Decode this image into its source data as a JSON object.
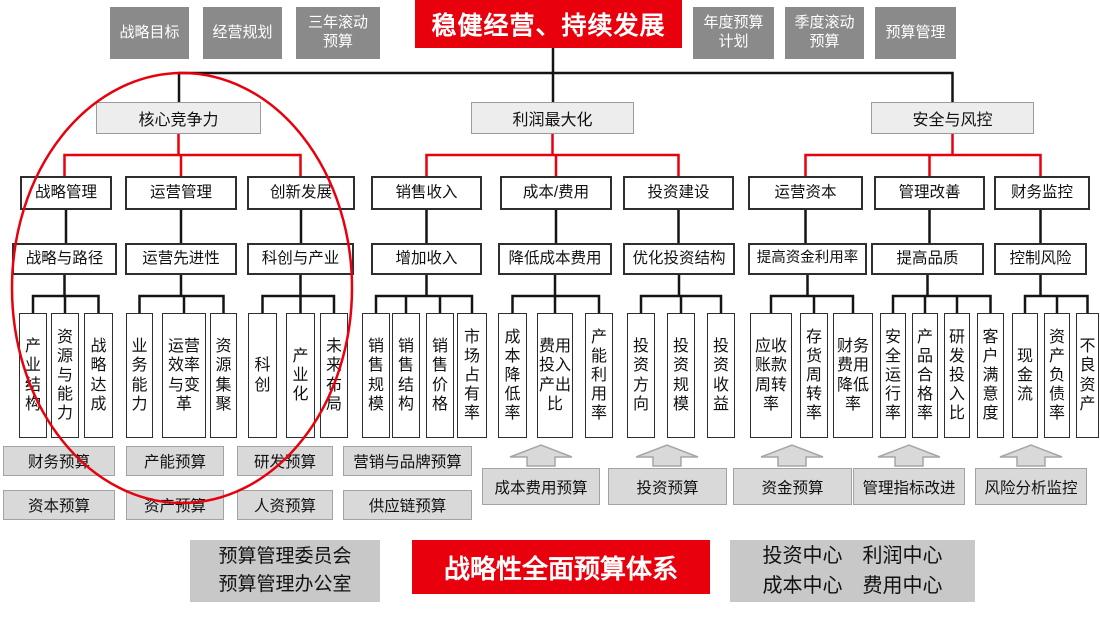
{
  "colors": {
    "accent_red": "#e8000d",
    "top_box_gray": "#8a8a8a",
    "budget_box_gray": "#d9d9d9",
    "footer_box_gray": "#c8c8c8",
    "level2_fill": "#ededed",
    "line_black": "#141414"
  },
  "top": {
    "left": [
      "战略目标",
      "经营规划",
      "三年滚动\n预算"
    ],
    "main": "稳健经营、持续发展",
    "right": [
      "年度预算\n计划",
      "季度滚动\n预算",
      "预算管理"
    ]
  },
  "level2": [
    "核心竞争力",
    "利润最大化",
    "安全与风控"
  ],
  "level3": [
    "战略管理",
    "运营管理",
    "创新发展",
    "销售收入",
    "成本/费用",
    "投资建设",
    "运营资本",
    "管理改善",
    "财务监控"
  ],
  "level4": [
    "战略与路径",
    "运营先进性",
    "科创与产业",
    "增加收入",
    "降低成本费用",
    "优化投资结构",
    "提高资金利用率",
    "提高品质",
    "控制风险"
  ],
  "level5": [
    "产业结构",
    "资源与能力",
    "战略达成",
    "业务能力",
    "运营效率与变革",
    "资源集聚",
    "科创",
    "产业化",
    "未来布局",
    "销售规模",
    "销售结构",
    "销售价格",
    "市场占有率",
    "成本降低率",
    "费用投入产出比",
    "产能利用率",
    "投资方向",
    "投资规模",
    "投资收益",
    "应收账款周转率",
    "存货周转率",
    "财务费用降低率",
    "安全运行率",
    "产品合格率",
    "研发投入比",
    "客户满意度",
    "现金流",
    "资产负债率",
    "不良资产"
  ],
  "budget_row1": [
    "财务预算",
    "产能预算",
    "研发预算",
    "营销与品牌预算"
  ],
  "budget_row2": [
    "资本预算",
    "资产预算",
    "人资预算",
    "供应链预算"
  ],
  "budget_right": [
    "成本费用预算",
    "投资预算",
    "资金预算",
    "管理指标改进",
    "风险分析监控"
  ],
  "footer": {
    "committee": "预算管理委员会\n预算管理办公室",
    "system": "战略性全面预算体系",
    "centers": "投资中心　利润中心\n成本中心　费用中心"
  }
}
